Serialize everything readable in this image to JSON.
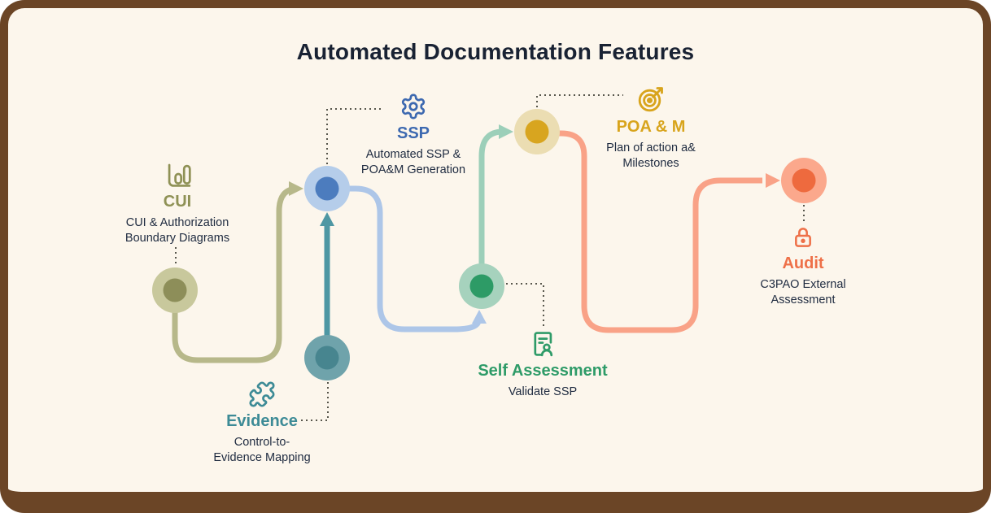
{
  "title": "Automated Documentation Features",
  "colors": {
    "panel_bg": "#FCF6EC",
    "panel_border": "#6B4526",
    "title_text": "#192233",
    "desc_text": "#212D42",
    "connector": "#57564C",
    "path_olive": "#B7B88A",
    "path_teal": "#4E97A3",
    "path_blue": "#ADC6E8",
    "path_green": "#9CCFB9",
    "path_orange": "#F9A287"
  },
  "nodes": [
    {
      "id": "cui",
      "title": "CUI",
      "desc1": "CUI & Authorization",
      "desc2": "Boundary Diagrams",
      "icon": "bar-chart-icon",
      "color": "#8F9155",
      "outer": "#C8C89C",
      "inner": "#8D8E59"
    },
    {
      "id": "evidence",
      "title": "Evidence",
      "desc1": "Control-to-",
      "desc2": "Evidence Mapping",
      "icon": "puzzle-icon",
      "color": "#3D8B96",
      "outer": "#6FA3AB",
      "inner": "#47858F"
    },
    {
      "id": "ssp",
      "title": "SSP",
      "desc1": "Automated SSP &",
      "desc2": "POA&M Generation",
      "icon": "gear-icon",
      "color": "#3D69B0",
      "outer": "#B5CDEA",
      "inner": "#4C7CBE"
    },
    {
      "id": "self-assessment",
      "title": "Self Assessment",
      "desc1": "Validate SSP",
      "desc2": "",
      "icon": "document-user-icon",
      "color": "#2E9B68",
      "outer": "#A6D2BD",
      "inner": "#2D9B66"
    },
    {
      "id": "poam",
      "title": "POA & M",
      "desc1": "Plan of action a&",
      "desc2": "Milestones",
      "icon": "target-icon",
      "color": "#D8A41C",
      "outer": "#EBDDB2",
      "inner": "#D8A51F"
    },
    {
      "id": "audit",
      "title": "Audit",
      "desc1": "C3PAO External",
      "desc2": "Assessment",
      "icon": "lock-icon",
      "color": "#EE7048",
      "outer": "#FBA88C",
      "inner": "#EE6A3E"
    }
  ]
}
